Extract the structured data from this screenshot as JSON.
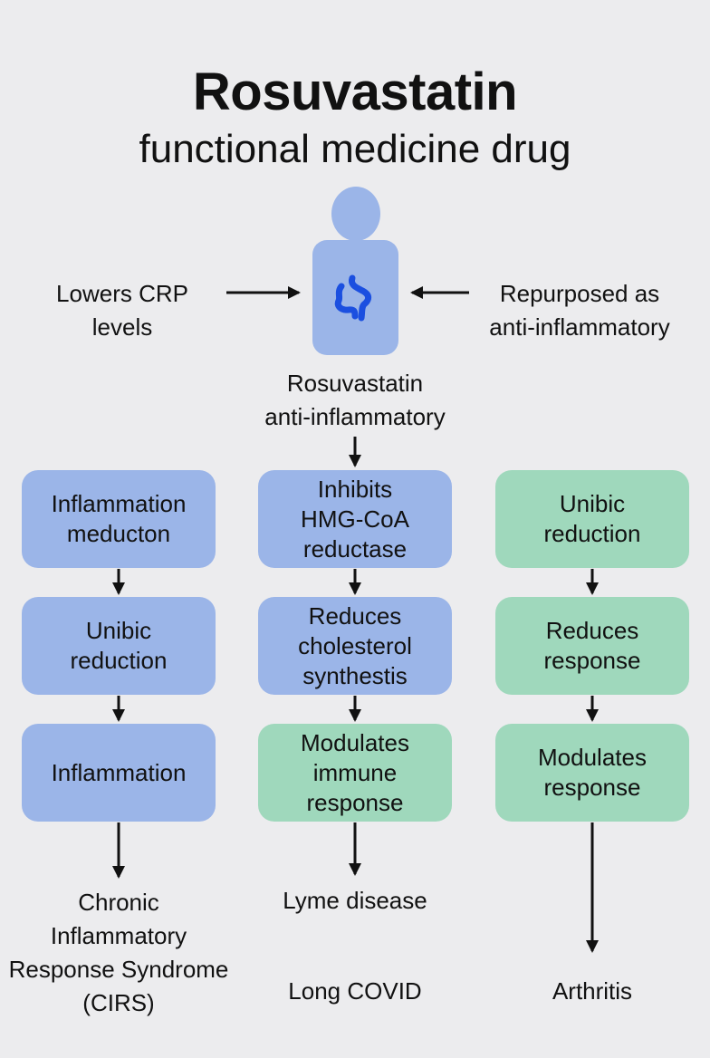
{
  "title": "Rosuvastatin",
  "subtitle": "functional medicine drug",
  "colors": {
    "background": "#ececee",
    "blue_box": "#9bb5e8",
    "green_box": "#9fd8bc",
    "molecule": "#1b4fe0",
    "text": "#111111"
  },
  "center_icon": {
    "icon": "person-with-molecule-icon"
  },
  "left_label": [
    "Lowers CRP",
    "levels"
  ],
  "right_label": [
    "Repurposed as",
    "anti-inflammatory"
  ],
  "center_caption": [
    "Rosuvastatin",
    "anti-inflammatory"
  ],
  "columns": [
    {
      "boxes": [
        {
          "lines": [
            "Inflammation",
            "meducton"
          ],
          "color": "blue"
        },
        {
          "lines": [
            "Unibic",
            "reduction"
          ],
          "color": "blue"
        },
        {
          "lines": [
            "Inflammation"
          ],
          "color": "blue"
        }
      ],
      "outcomes": [
        [
          "Chronic",
          "Inflammatory",
          "Response Syndrome",
          "(CIRS)"
        ]
      ]
    },
    {
      "boxes": [
        {
          "lines": [
            "Inhibits",
            "HMG-CoA",
            "reductase"
          ],
          "color": "blue"
        },
        {
          "lines": [
            "Reduces",
            "cholesterol",
            "synthestis"
          ],
          "color": "blue"
        },
        {
          "lines": [
            "Modulates",
            "immune",
            "response"
          ],
          "color": "green"
        }
      ],
      "outcomes": [
        [
          "Lyme disease"
        ],
        [
          "Long COVID"
        ]
      ]
    },
    {
      "boxes": [
        {
          "lines": [
            "Unibic",
            "reduction"
          ],
          "color": "green"
        },
        {
          "lines": [
            "Reduces",
            "response"
          ],
          "color": "green"
        },
        {
          "lines": [
            "Modulates",
            "response"
          ],
          "color": "green"
        }
      ],
      "outcomes": [
        [
          "Arthritis"
        ]
      ]
    }
  ]
}
